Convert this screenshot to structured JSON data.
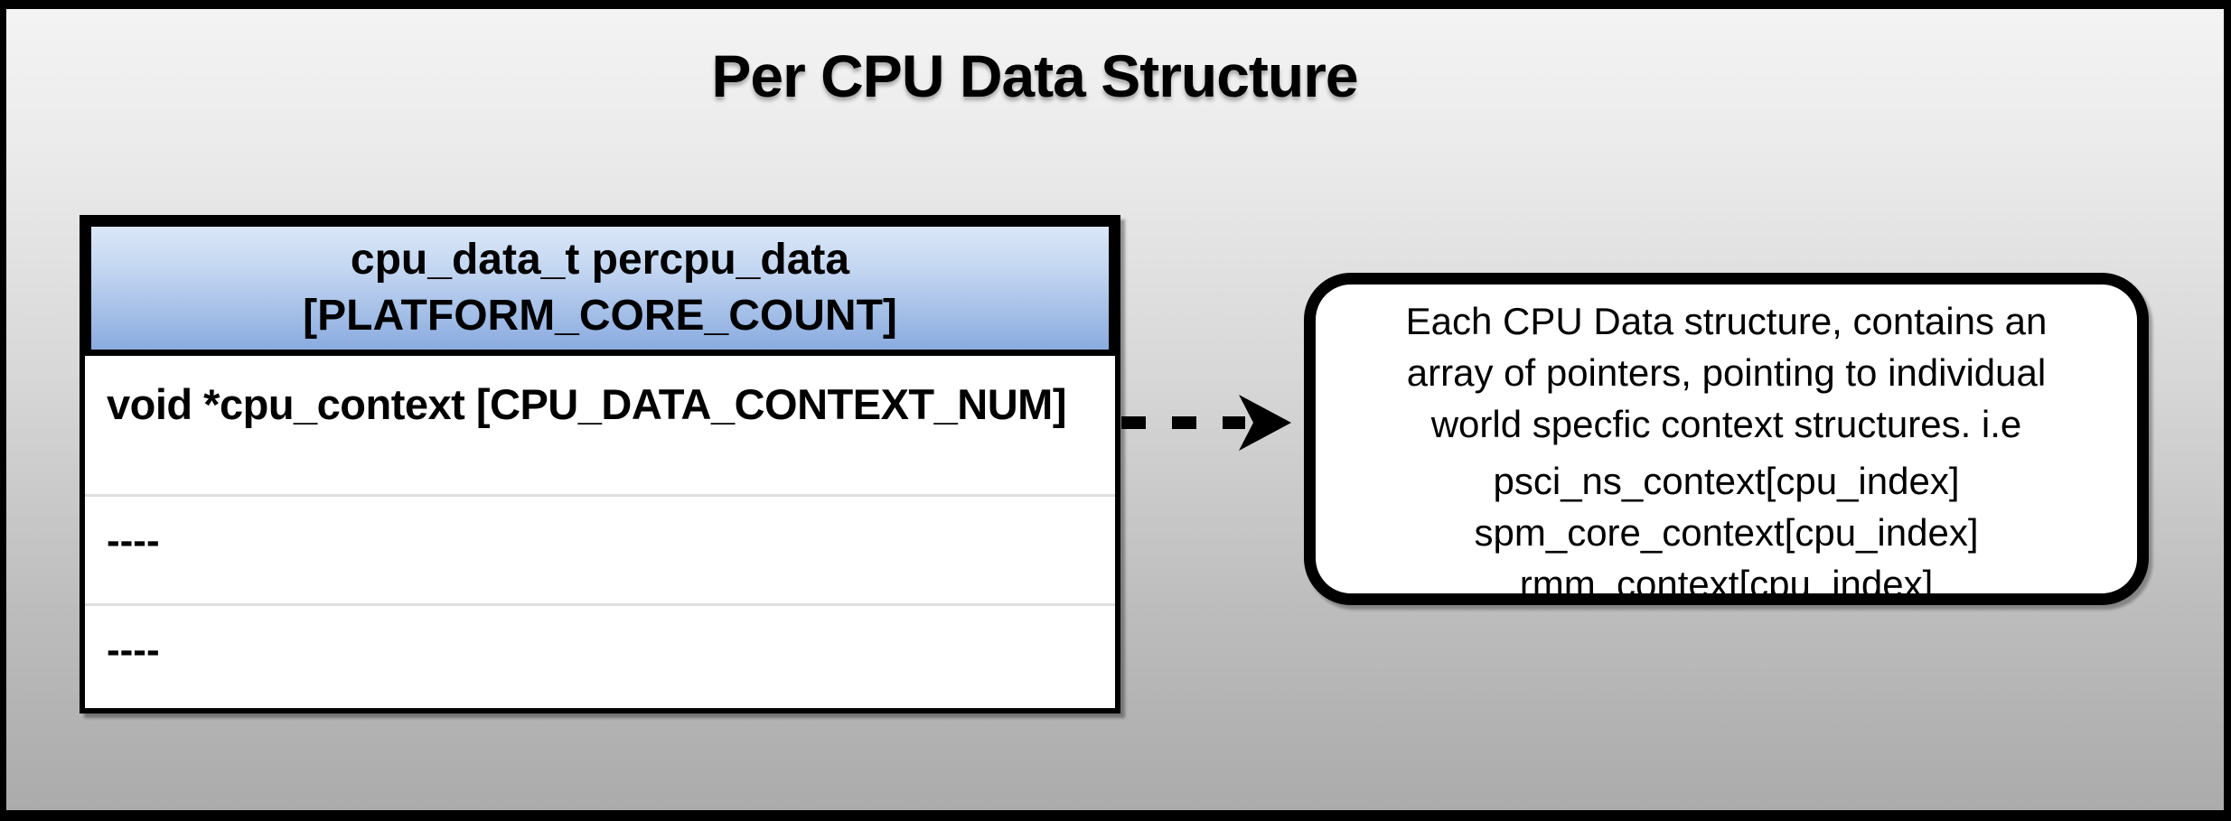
{
  "title": "Per CPU Data Structure",
  "struct_table": {
    "header": {
      "line1": "cpu_data_t percpu_data",
      "line2": "[PLATFORM_CORE_COUNT]"
    },
    "rows": [
      {
        "label": "void *cpu_context [CPU_DATA_CONTEXT_NUM]"
      },
      {
        "label": "----"
      },
      {
        "label": "----"
      }
    ]
  },
  "connector": {
    "type": "dashed-arrow",
    "direction": "right",
    "from": "cpu_context row",
    "to": "callout box"
  },
  "callout": {
    "paragraph1_lines": [
      "Each CPU Data structure, contains an",
      "array of pointers, pointing to individual",
      "world specfic context structures. i.e"
    ],
    "paragraph2_lines": [
      "psci_ns_context[cpu_index]",
      "spm_core_context[cpu_index]",
      "rmm_context[cpu_index]"
    ]
  },
  "colors": {
    "header_gradient_top": "#dbe7f8",
    "header_gradient_bottom": "#8aabdf",
    "background_gradient_top": "#f4f4f4",
    "background_gradient_bottom": "#aaaaaa",
    "border": "#000000",
    "row_divider": "#dedede",
    "text": "#000000",
    "table_fill": "#ffffff",
    "callout_fill": "#ffffff"
  }
}
